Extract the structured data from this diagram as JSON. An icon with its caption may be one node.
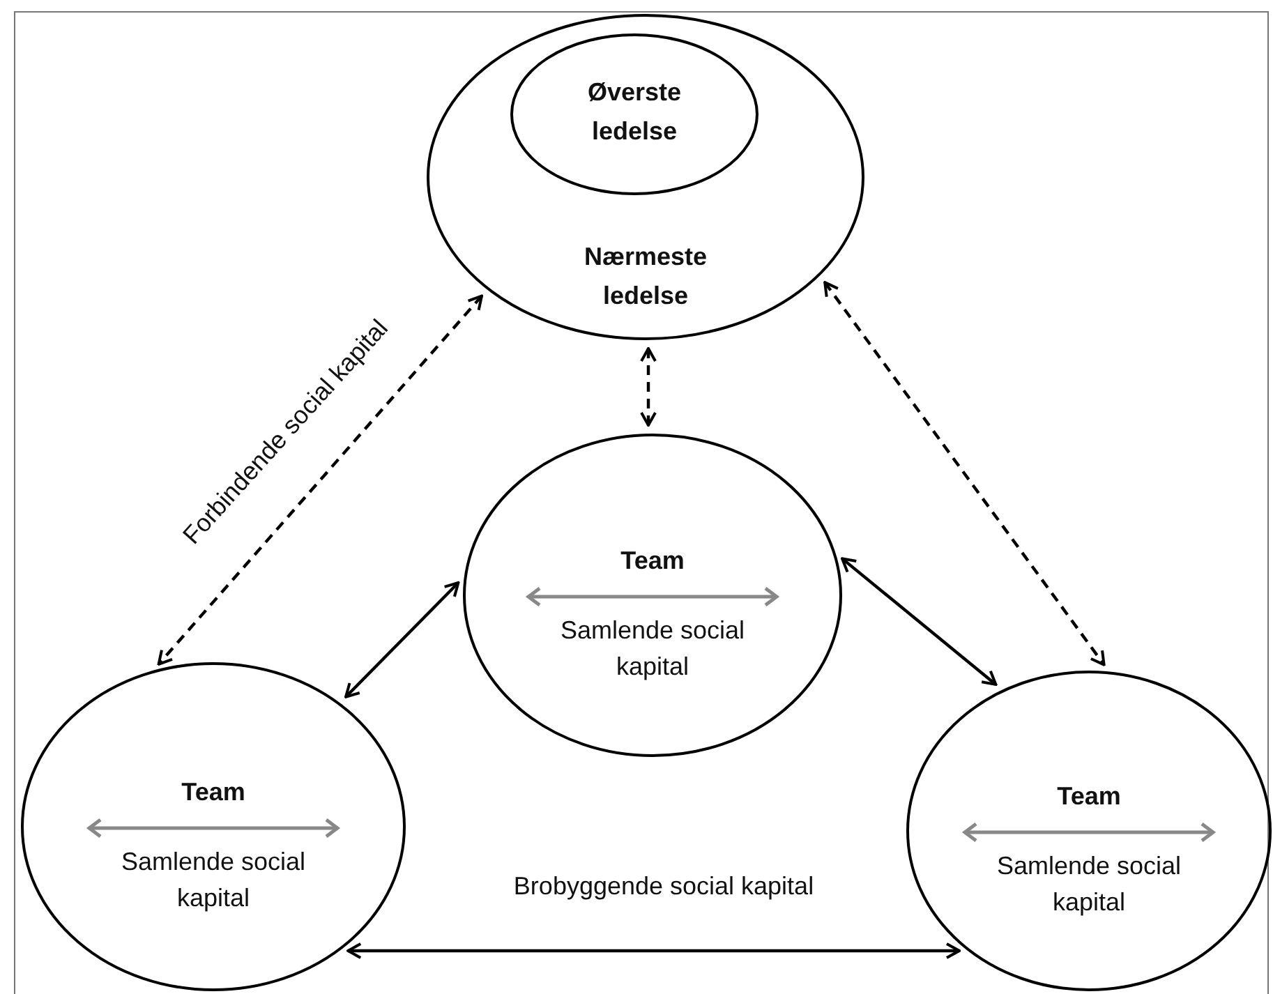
{
  "diagram": {
    "nodes": [
      {
        "text": [
          "Nærmeste ledelse"
        ]
      },
      {
        "text": [
          "Øverste ledelse"
        ],
        "in": 0
      },
      {
        "text": [
          "Team",
          "Samlende social kapital"
        ]
      },
      {
        "text": [
          "Team",
          "Samlende social kapital"
        ]
      },
      {
        "text": [
          "Team",
          "Samlende social kapital"
        ]
      }
    ],
    "edges": [
      {
        "from": 0,
        "to": 2,
        "arrow": "both",
        "style": "dashed"
      },
      {
        "from": 0,
        "to": 3,
        "arrow": "both",
        "style": "dashed",
        "label": "Forbindende social kapital"
      },
      {
        "from": 0,
        "to": 4,
        "arrow": "both",
        "style": "dashed"
      },
      {
        "from": 2,
        "to": 3,
        "arrow": "both"
      },
      {
        "from": 2,
        "to": 4,
        "arrow": "both"
      },
      {
        "from": 3,
        "to": 4,
        "arrow": "both",
        "label": "Brobyggende social kapital"
      }
    ]
  }
}
